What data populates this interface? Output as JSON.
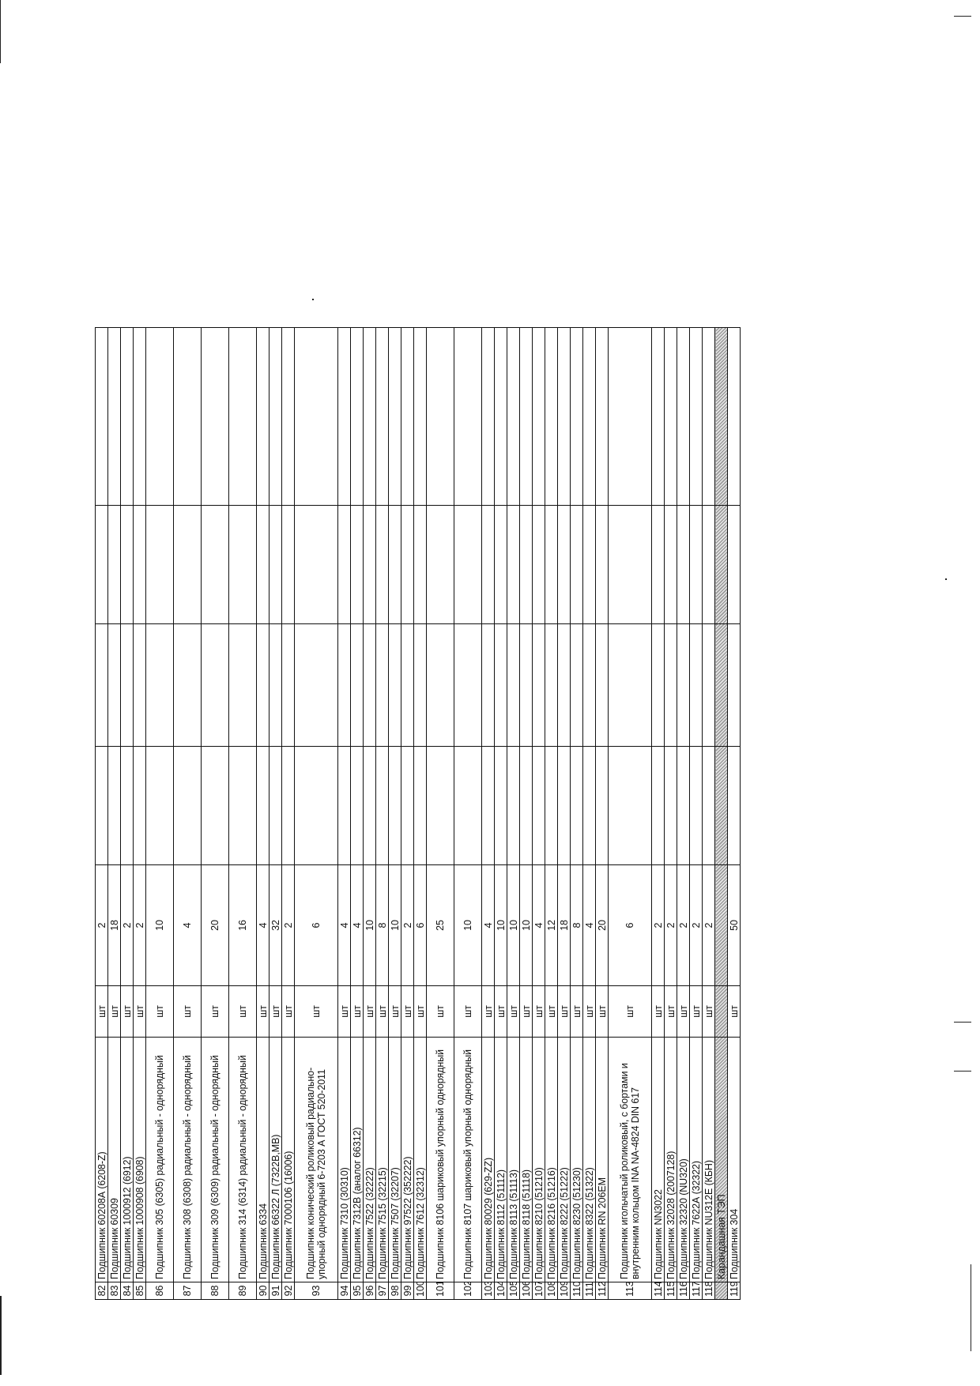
{
  "rows": [
    {
      "n": "82",
      "name": "Подшипник 60208А (6208-Z)",
      "unit": "шт",
      "qty": "2"
    },
    {
      "n": "83",
      "name": "Подшипник 60309",
      "unit": "шт",
      "qty": "18"
    },
    {
      "n": "84",
      "name": "Подшипник 1000912 (6912)",
      "unit": "шт",
      "qty": "2"
    },
    {
      "n": "85",
      "name": "Подшипник 1000908 (6908)",
      "unit": "шт",
      "qty": "2"
    },
    {
      "n": "86",
      "name": "Подшипник 305 (6305) радиальный - однорядный",
      "unit": "шт",
      "qty": "10"
    },
    {
      "n": "87",
      "name": "Подшипник 308 (6308) радиальный - однорядный",
      "unit": "шт",
      "qty": "4"
    },
    {
      "n": "88",
      "name": "Подшипник 309 (6309) радиальный - однорядный",
      "unit": "шт",
      "qty": "20"
    },
    {
      "n": "89",
      "name": "Подшипник 314 (6314) радиальный - однорядный",
      "unit": "шт",
      "qty": "16"
    },
    {
      "n": "90",
      "name": "Подшипник 6334",
      "unit": "шт",
      "qty": "4"
    },
    {
      "n": "91",
      "name": "Подшипник 66322 Л (7322В,МВ)",
      "unit": "шт",
      "qty": "32"
    },
    {
      "n": "92",
      "name": "Подшипник 7000106 (16006)",
      "unit": "шт",
      "qty": "2"
    },
    {
      "n": "93",
      "name": "Подшипник конический роликовый радиально-упорный однорядный 6-7203 А ГОСТ 520-2011",
      "unit": "шт",
      "qty": "6"
    },
    {
      "n": "94",
      "name": "Подшипник 7310 (30310)",
      "unit": "шт",
      "qty": "4"
    },
    {
      "n": "95",
      "name": "Подшипник 7312В (аналог 66312)",
      "unit": "шт",
      "qty": "4"
    },
    {
      "n": "96",
      "name": "Подшипник 7522 (32222)",
      "unit": "шт",
      "qty": "10"
    },
    {
      "n": "97",
      "name": "Подшипник 7515 (32215)",
      "unit": "шт",
      "qty": "8"
    },
    {
      "n": "98",
      "name": "Подшипник 7507 (32207)",
      "unit": "шт",
      "qty": "10"
    },
    {
      "n": "99",
      "name": "Подшипник 97522 (352222)",
      "unit": "шт",
      "qty": "2"
    },
    {
      "n": "100",
      "name": "Подшипник 7612 (32312)",
      "unit": "шт",
      "qty": "6"
    },
    {
      "n": "101",
      "name": "Подшипник 8106 шариковый упорный однорядный",
      "unit": "шт",
      "qty": "25"
    },
    {
      "n": "102",
      "name": "Подшипник 8107 шариковый упорный однорядный",
      "unit": "шт",
      "qty": "10"
    },
    {
      "n": "103",
      "name": "Подшипник 80029 (629-ZZ)",
      "unit": "шт",
      "qty": "4"
    },
    {
      "n": "104",
      "name": "Подшипник 8112 (51112)",
      "unit": "шт",
      "qty": "10"
    },
    {
      "n": "105",
      "name": "Подшипник 8113 (51113)",
      "unit": "шт",
      "qty": "10"
    },
    {
      "n": "106",
      "name": "Подшипник 8118 (51118)",
      "unit": "шт",
      "qty": "10"
    },
    {
      "n": "107",
      "name": "Подшипник 8210 (51210)",
      "unit": "шт",
      "qty": "4"
    },
    {
      "n": "108",
      "name": "Подшипник 8216 (51216)",
      "unit": "шт",
      "qty": "12"
    },
    {
      "n": "109",
      "name": "Подшипник 8222 (51222)",
      "unit": "шт",
      "qty": "18"
    },
    {
      "n": "110",
      "name": "Подшипник 8230 (51230)",
      "unit": "шт",
      "qty": "8"
    },
    {
      "n": "111",
      "name": "Подшипник 8322 (51322)",
      "unit": "шт",
      "qty": "4"
    },
    {
      "n": "112",
      "name": "Подшипник RN 206EM",
      "unit": "шт",
      "qty": "20"
    },
    {
      "n": "113",
      "name": "Подшипник игольчатый роликовый, с бортами и внутренним кольцом INA NA-4824 DIN 617",
      "unit": "шт",
      "qty": "6"
    },
    {
      "n": "114",
      "name": "Подшипник NN3022",
      "unit": "шт",
      "qty": "2"
    },
    {
      "n": "115",
      "name": "Подшипник 32028 (2007128)",
      "unit": "шт",
      "qty": "2"
    },
    {
      "n": "116",
      "name": "Подшипник 32320 (NU320)",
      "unit": "шт",
      "qty": "2"
    },
    {
      "n": "117",
      "name": "Подшипник 7622А (32322)",
      "unit": "шт",
      "qty": "2"
    },
    {
      "n": "118",
      "name": "Подшипник NU312E (КБН)",
      "unit": "шт",
      "qty": "2"
    },
    {
      "n": "",
      "name": "Карандашная ТЭП",
      "unit": "",
      "qty": ""
    },
    {
      "n": "119",
      "name": "Подшипник 304",
      "unit": "шт",
      "qty": "50"
    }
  ]
}
